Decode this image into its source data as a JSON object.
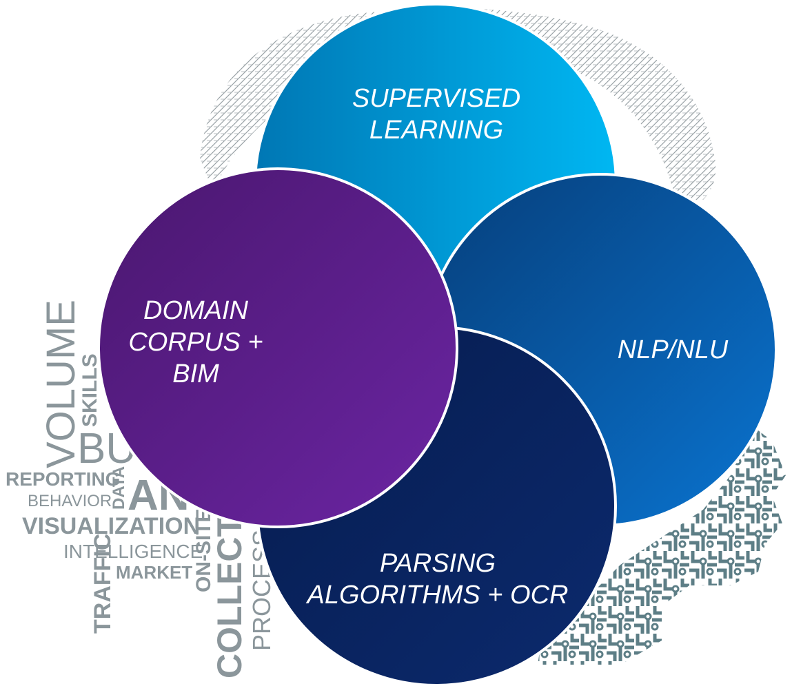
{
  "background": {
    "word_cloud": [
      "VOLUME",
      "SKILLS",
      "BUS",
      "REPORTING",
      "BEHAVIOR",
      "DATA",
      "AN",
      "VISUALIZATION",
      "INTELLIGENCE",
      "TRAFFIC",
      "MARKET",
      "ON-SITE",
      "COLLECTION",
      "PROCESS"
    ],
    "head_silhouette_color": "#5d7e86",
    "word_cloud_color": "#8b969b"
  },
  "circles": [
    {
      "id": "supervised-learning",
      "lines": [
        "SUPERVISED",
        "LEARNING"
      ],
      "gradient": [
        "#0077b4",
        "#00b7f2"
      ]
    },
    {
      "id": "nlp-nlu",
      "lines": [
        "NLP/NLU"
      ],
      "gradient": [
        "#063e7a",
        "#0a74d0"
      ]
    },
    {
      "id": "parsing-algorithms-ocr",
      "lines": [
        "PARSING",
        "ALGORITHMS + OCR"
      ],
      "gradient": [
        "#061c4e",
        "#0c2a6e"
      ]
    },
    {
      "id": "domain-corpus-bim",
      "lines": [
        "DOMAIN",
        "CORPUS +",
        "BIM"
      ],
      "gradient": [
        "#4a176f",
        "#6b25a3"
      ]
    }
  ]
}
